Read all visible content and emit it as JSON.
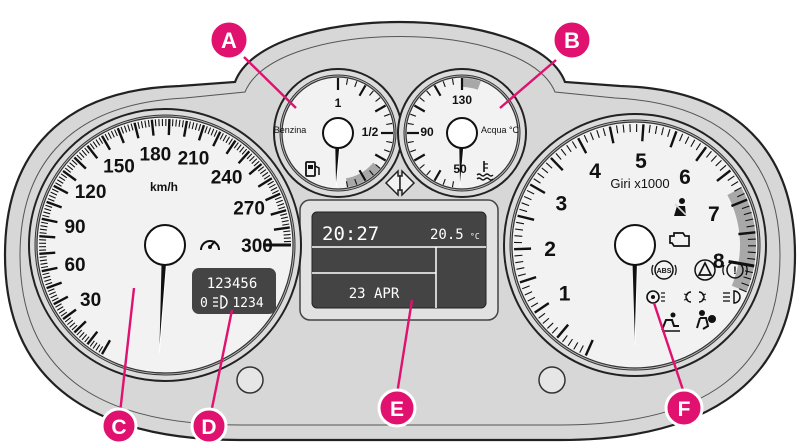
{
  "colors": {
    "accent": "#e0116f",
    "body": "#d9d9d9",
    "lcd": "#444444",
    "gray_band": "#a8a8a8"
  },
  "speedometer": {
    "labels": [
      "30",
      "60",
      "90",
      "120",
      "150",
      "180",
      "210",
      "240",
      "270",
      "300"
    ],
    "unit": "km/h",
    "icon": "cruise-control-icon"
  },
  "odometer": {
    "total": "123456",
    "trip_prefix": "0",
    "trip": "1234",
    "icon": "headlight-level-icon"
  },
  "fuel_gauge": {
    "label": "Benzina",
    "full": "1",
    "half": "1/2",
    "icon": "fuel-pump-icon"
  },
  "temp_gauge": {
    "label": "Acqua °C",
    "high": "130",
    "mid": "90",
    "low": "50",
    "icon": "coolant-temperature-icon"
  },
  "tachometer": {
    "labels": [
      "1",
      "2",
      "3",
      "4",
      "5",
      "6",
      "7",
      "8"
    ],
    "unit": "Giri x1000"
  },
  "display": {
    "time": "20:27",
    "temp_value": "20.5",
    "temp_unit": "°C",
    "date": "23 APR"
  },
  "warning_lights": [
    "seatbelt-icon",
    "engine-check-icon",
    "abs-icon",
    "hazard-icon",
    "brake-warning-icon",
    "tpms-icon",
    "sidelights-icon",
    "high-beam-icon",
    "seat-airbag-icon",
    "passenger-airbag-icon"
  ],
  "warning_text": {
    "abs": "ABS",
    "brake": "!"
  },
  "callouts": {
    "a": "A",
    "b": "B",
    "c": "C",
    "d": "D",
    "e": "E",
    "f": "F"
  }
}
